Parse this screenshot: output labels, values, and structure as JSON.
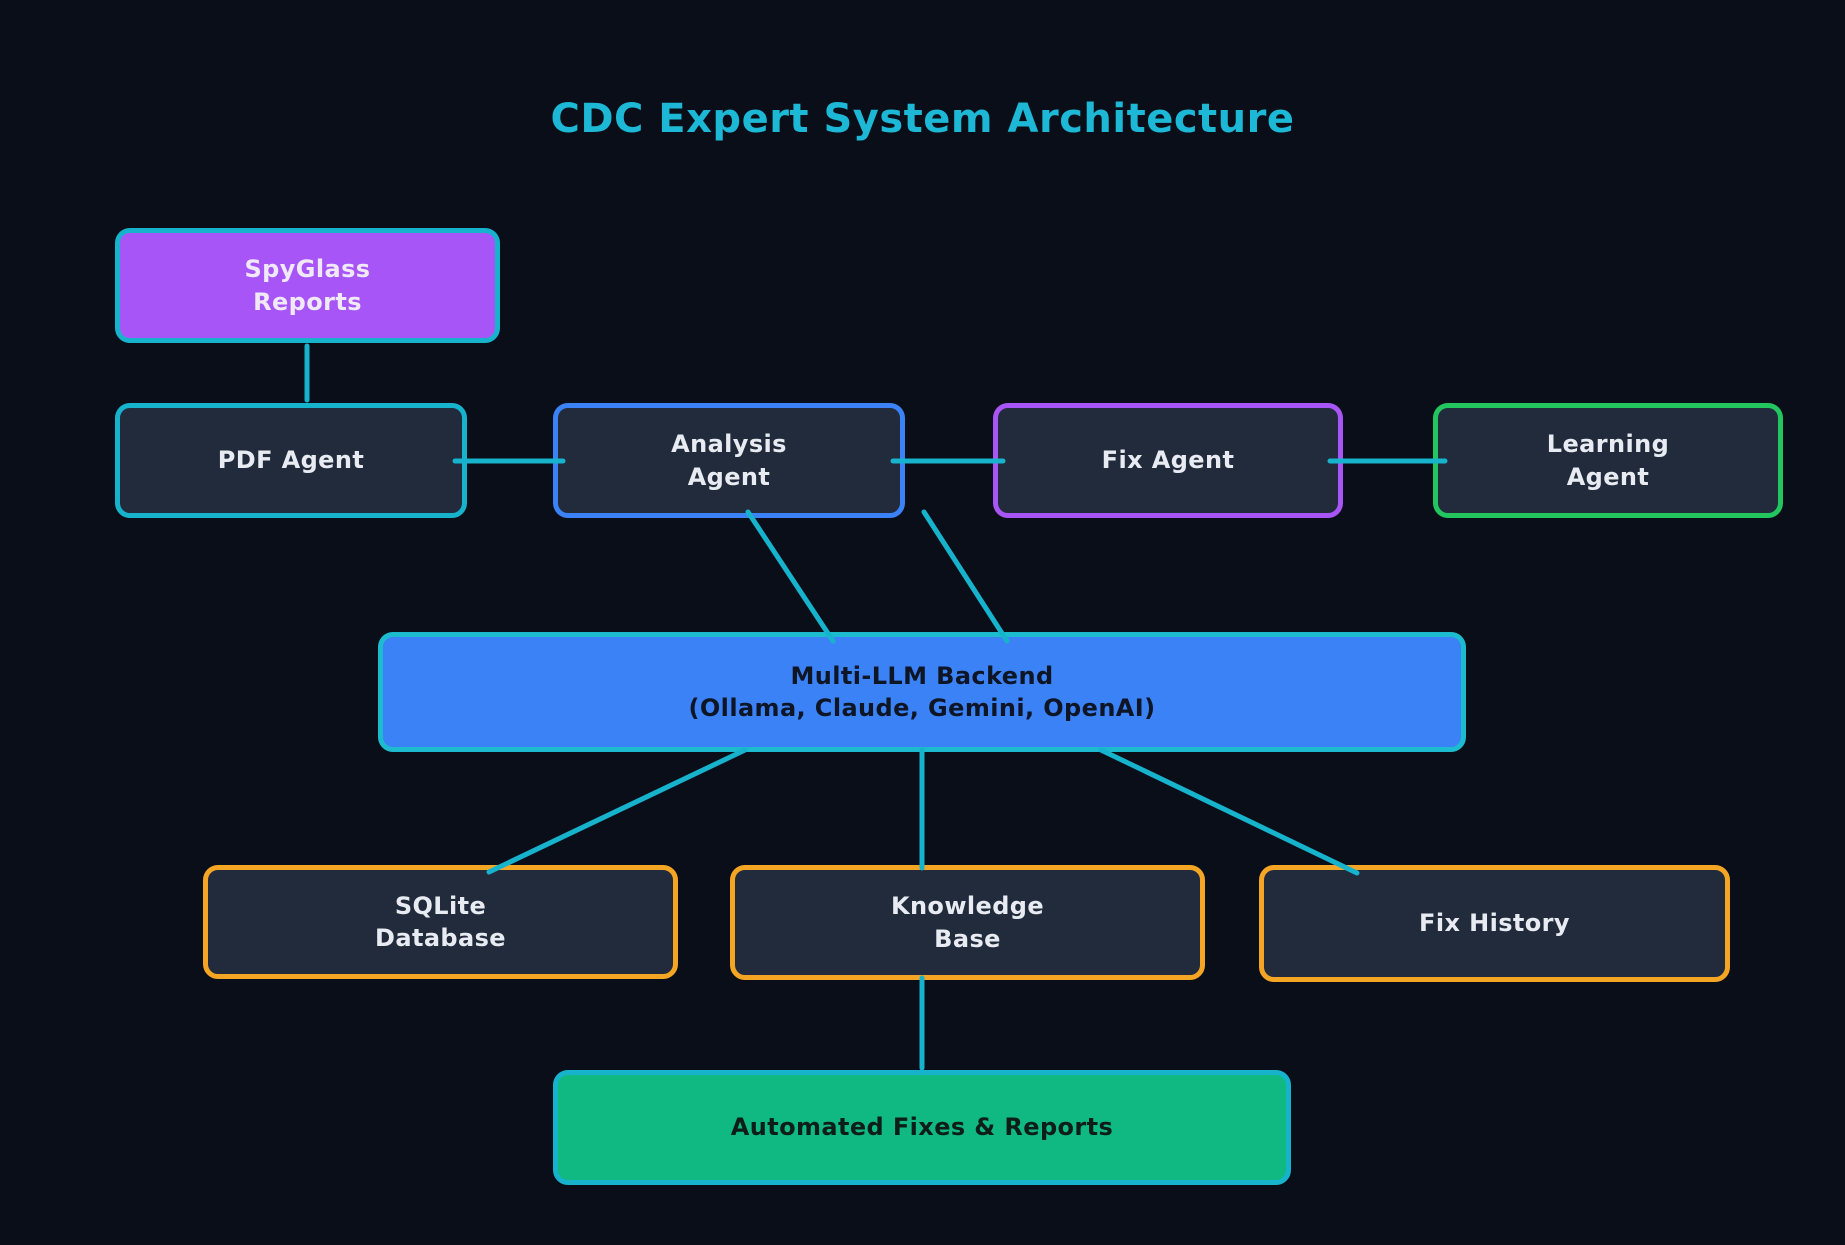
{
  "title": "CDC Expert System Architecture",
  "nodes": {
    "spyglass": {
      "label": "SpyGlass\nReports"
    },
    "pdf_agent": {
      "label": "PDF Agent"
    },
    "analysis": {
      "label": "Analysis\nAgent"
    },
    "fix_agent": {
      "label": "Fix Agent"
    },
    "learning": {
      "label": "Learning\nAgent"
    },
    "backend": {
      "label": "Multi-LLM Backend\n(Ollama, Claude, Gemini, OpenAI)"
    },
    "sqlite": {
      "label": "SQLite\nDatabase"
    },
    "knowledge": {
      "label": "Knowledge\nBase"
    },
    "fix_history": {
      "label": "Fix History"
    },
    "automated": {
      "label": "Automated Fixes & Reports"
    }
  },
  "connections": [
    {
      "from": "spyglass",
      "to": "pdf_agent"
    },
    {
      "from": "pdf_agent",
      "to": "analysis"
    },
    {
      "from": "analysis",
      "to": "fix_agent"
    },
    {
      "from": "fix_agent",
      "to": "learning"
    },
    {
      "from": "analysis",
      "to": "backend"
    },
    {
      "from": "fix_agent",
      "to": "backend"
    },
    {
      "from": "backend",
      "to": "sqlite"
    },
    {
      "from": "backend",
      "to": "knowledge"
    },
    {
      "from": "backend",
      "to": "fix_history"
    },
    {
      "from": "knowledge",
      "to": "automated"
    }
  ],
  "colors": {
    "background": "#0a0e18",
    "title": "#1cb8d6",
    "connector": "#17b3cd",
    "node_fill_dark": "#212b3b",
    "node_fill_purple": "#a855f7",
    "node_fill_blue": "#3b82f6",
    "node_fill_green": "#10b981",
    "border_cyan": "#17b3cd",
    "border_blue": "#3b82f6",
    "border_purple": "#a855f7",
    "border_green": "#22c55e",
    "border_orange": "#f5a524",
    "text_light": "#e8ecf2",
    "text_dark": "#0e1524"
  }
}
